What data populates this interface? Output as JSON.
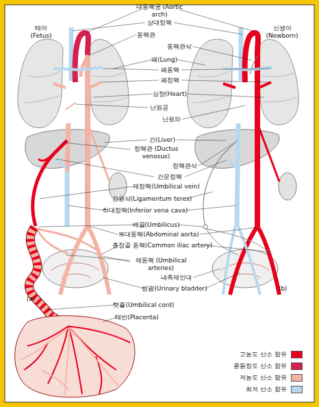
{
  "diagram": {
    "labels": [
      "태아 (Fetus)",
      "대동맥궁 (Aortic arch)",
      "상대정맥",
      "신생아 (Newborn)",
      "동맥관",
      "동맥관삭",
      "폐(Lung)",
      "폐동맥",
      "폐정맥",
      "심장(Heart)",
      "난원공",
      "난원와",
      "간(Liver)",
      "정맥관 (Ductus venosus)",
      "정맥관삭",
      "간문정맥",
      "제정맥(Umbilical vein)",
      "간원삭(Ligamentum teres)",
      "하대정맥(Inferior vena cava)",
      "배꼽(Umbilicus)",
      "복대동맥(Abdominal aorta)",
      "총장골 동맥(Common iliac artery)",
      "제동맥 (Umbilical arteries)",
      "내측제인대",
      "방광(Urinary bladder)",
      "(a)",
      "(b)",
      "탯줄(Umbilical cord)",
      "태반(Placenta)"
    ],
    "legend": [
      {
        "text": "고농도 산소 함유",
        "color": "#e8001c"
      },
      {
        "text": "중등정도 산소 함유",
        "color": "#d6204f"
      },
      {
        "text": "저농도 산소 함유",
        "color": "#f2b2a4"
      },
      {
        "text": "최저 산소 함유",
        "color": "#b8d8ee"
      }
    ]
  }
}
